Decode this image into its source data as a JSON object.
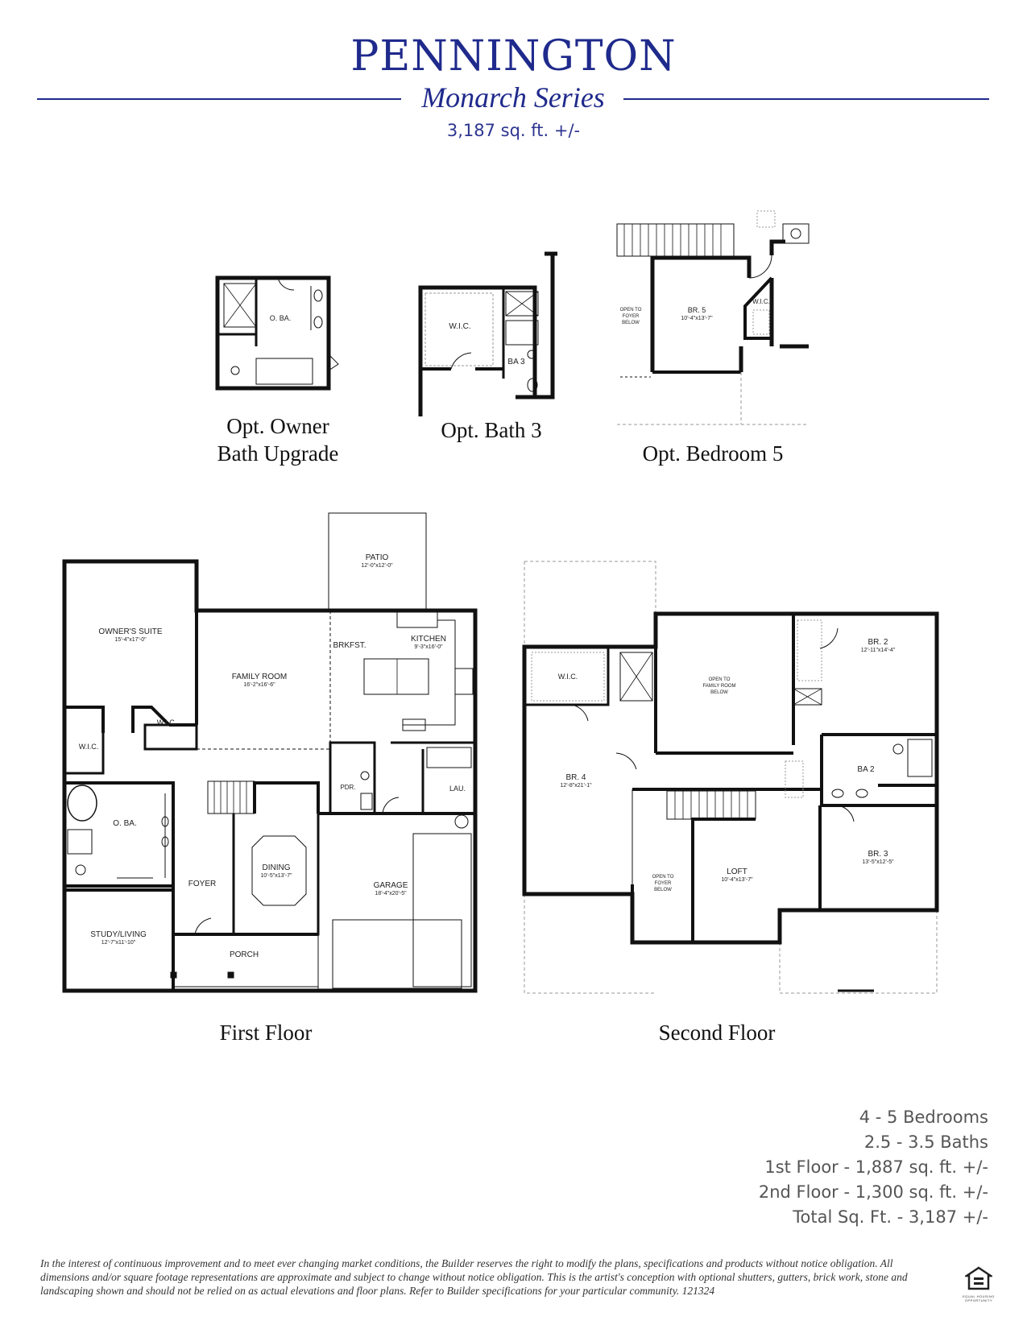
{
  "header": {
    "title": "PENNINGTON",
    "series": "Monarch Series",
    "total_sqft": "3,187 sq. ft. +/-"
  },
  "options": {
    "owner_bath": {
      "caption_line1": "Opt. Owner",
      "caption_line2": "Bath Upgrade",
      "room": "O. BA."
    },
    "bath3": {
      "caption": "Opt. Bath 3",
      "wic": "W.I.C.",
      "ba3": "BA 3"
    },
    "bedroom5": {
      "caption": "Opt. Bedroom 5",
      "open_l1": "OPEN TO",
      "open_l2": "FOYER",
      "open_l3": "BELOW",
      "br5": "BR. 5",
      "br5_dim": "10'-4\"x13'-7\"",
      "wic": "W.I.C."
    }
  },
  "first_floor": {
    "caption": "First Floor",
    "patio": "PATIO",
    "patio_dim": "12'-0\"x12'-0\"",
    "owners_suite": "OWNER'S SUITE",
    "owners_suite_dim": "15'-4\"x17'-0\"",
    "family_room": "FAMILY ROOM",
    "family_room_dim": "16'-2\"x16'-6\"",
    "brkfst": "BRKFST.",
    "kitchen": "KITCHEN",
    "kitchen_dim": "9'-3\"x16'-0\"",
    "wic1": "W.I.C.",
    "wic2": "W.I.C.",
    "pdr": "PDR.",
    "lau": "LAU.",
    "oba": "O. BA.",
    "dining": "DINING",
    "dining_dim": "10'-5\"x13'-7\"",
    "foyer": "FOYER",
    "garage": "GARAGE",
    "garage_dim": "18'-4\"x20'-5\"",
    "study": "STUDY/LIVING",
    "study_dim": "12'-7\"x11'-10\"",
    "porch": "PORCH"
  },
  "second_floor": {
    "caption": "Second Floor",
    "wic": "W.I.C.",
    "open_family_l1": "OPEN TO",
    "open_family_l2": "FAMILY ROOM",
    "open_family_l3": "BELOW",
    "br2": "BR. 2",
    "br2_dim": "12'-11\"x14'-4\"",
    "br4": "BR. 4",
    "br4_dim": "12'-8\"x21'-1\"",
    "ba2": "BA 2",
    "br3": "BR. 3",
    "br3_dim": "13'-5\"x12'-5\"",
    "open_foyer_l1": "OPEN TO",
    "open_foyer_l2": "FOYER",
    "open_foyer_l3": "BELOW",
    "loft": "LOFT",
    "loft_dim": "10'-4\"x13'-7\""
  },
  "specs": {
    "bedrooms": "4 - 5 Bedrooms",
    "baths": "2.5 - 3.5 Baths",
    "first": "1st Floor - 1,887 sq. ft. +/-",
    "second": "2nd Floor - 1,300 sq. ft. +/-",
    "total": "Total Sq. Ft. - 3,187 +/-"
  },
  "disclaimer": "In the interest of continuous improvement and to meet ever changing market conditions, the Builder reserves the right to modify the plans,  specifications and products without notice obligation. All dimensions and/or square footage representations are approximate and subject to change without notice obligation. This is the artist's conception with optional shutters, gutters, brick work, stone and landscaping shown and should not be relied on as actual elevations and floor plans. Refer to Builder specifications for your particular community.  121324",
  "eho_label": "EQUAL HOUSING OPPORTUNITY",
  "colors": {
    "brand": "#1f2a8c",
    "wall": "#111111"
  },
  "icons": [
    "equal-housing-icon"
  ]
}
